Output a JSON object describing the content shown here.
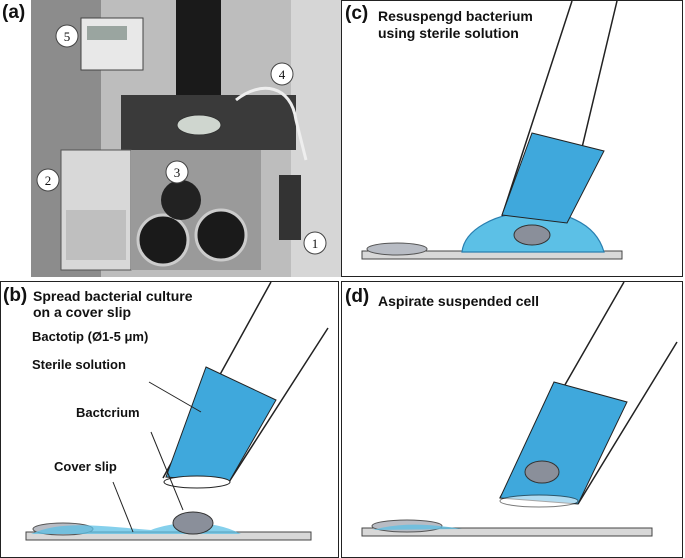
{
  "panel_a": {
    "tag": "(a)",
    "numbers": [
      "1",
      "2",
      "3",
      "4",
      "5"
    ]
  },
  "panel_b": {
    "tag": "(b)",
    "title_lines": [
      "Spread bacterial culture",
      "on a cover slip"
    ],
    "annotations": {
      "bactotip": "Bactotip (Ø1-5 μm)",
      "sterile_solution": "Sterile solution",
      "bacterium": "Bactcrium",
      "cover_slip": "Cover slip"
    }
  },
  "panel_c": {
    "tag": "(c)",
    "title_lines": [
      "Resuspengd bacterium",
      "using sterile solution"
    ]
  },
  "panel_d": {
    "tag": "(d)",
    "title_lines": [
      "Aspirate suspended cell"
    ]
  },
  "colors": {
    "liquid": "#3fa8dc",
    "liquid_edge": "#2a7fb0",
    "slide": "#d8d8d8",
    "cell": "#8a8f9a"
  }
}
